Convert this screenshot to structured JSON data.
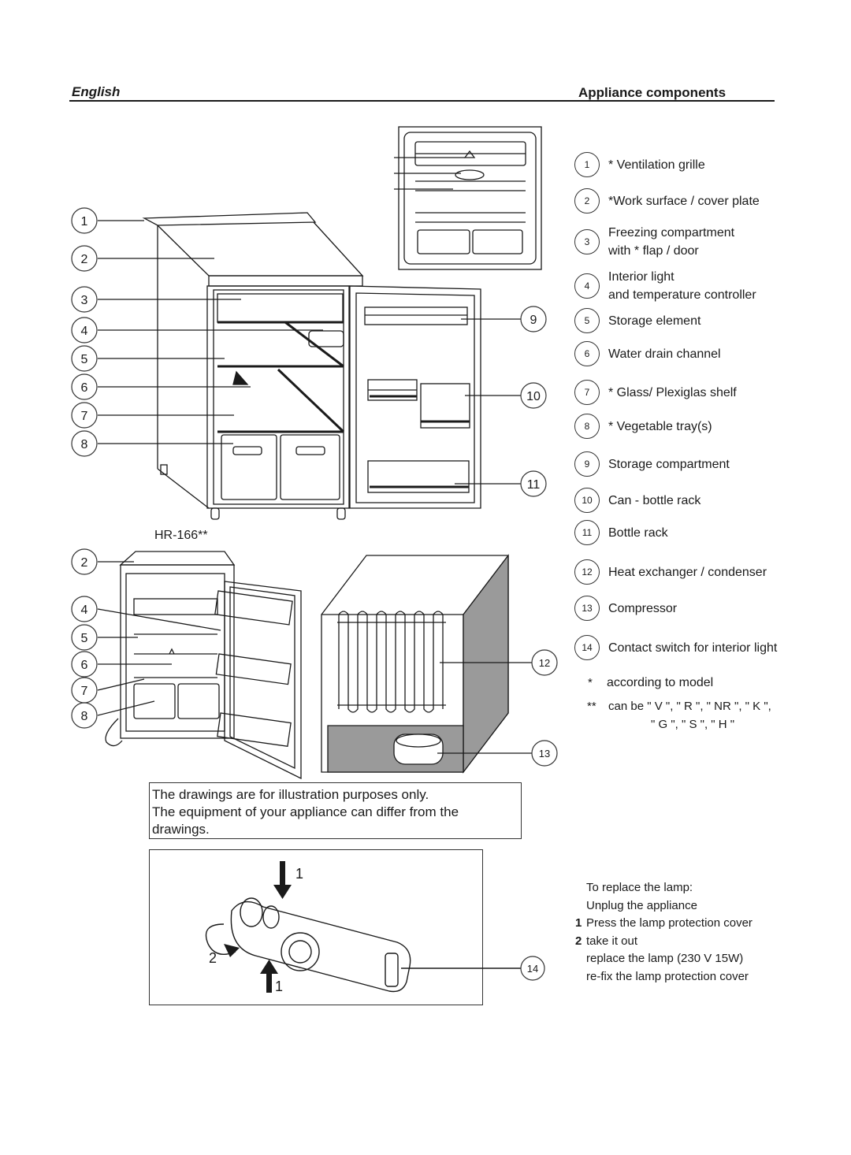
{
  "header": {
    "language": "English",
    "section": "Appliance components"
  },
  "model_label": "HR-166**",
  "legend": [
    {
      "num": "1",
      "lines": [
        "* Ventilation grille"
      ]
    },
    {
      "num": "2",
      "lines": [
        "*Work surface / cover plate"
      ]
    },
    {
      "num": "3",
      "lines": [
        "Freezing compartment",
        "with * flap / door"
      ]
    },
    {
      "num": "4",
      "lines": [
        "Interior light",
        "and temperature controller"
      ]
    },
    {
      "num": "5",
      "lines": [
        "Storage element"
      ]
    },
    {
      "num": "6",
      "lines": [
        "Water drain channel"
      ]
    },
    {
      "num": "7",
      "lines": [
        "* Glass/ Plexiglas shelf"
      ]
    },
    {
      "num": "8",
      "lines": [
        "* Vegetable tray(s)"
      ]
    },
    {
      "num": "9",
      "lines": [
        "Storage compartment"
      ]
    },
    {
      "num": "10",
      "lines": [
        "Can - bottle rack"
      ]
    },
    {
      "num": "11",
      "lines": [
        "Bottle rack"
      ]
    },
    {
      "num": "12",
      "lines": [
        "Heat exchanger  / condenser"
      ]
    },
    {
      "num": "13",
      "lines": [
        "Compressor"
      ]
    },
    {
      "num": "14",
      "lines": [
        "Contact switch for interior light"
      ]
    }
  ],
  "notes": {
    "star_mark": "*",
    "star_text": "according to model",
    "double_star_mark": "**",
    "double_star_line1": "can be \" V \", \" R \", \" NR \", \" K \",",
    "double_star_line2": "\" G \", \" S \", \" H \""
  },
  "illustration_note": [
    "The drawings are for illustration purposes only.",
    "The equipment of your appliance can differ from the",
    "drawings."
  ],
  "lamp_instructions": {
    "intro": "To replace the lamp:",
    "unplug": "Unplug the appliance",
    "step1_num": "1",
    "step1": "Press the lamp protection cover",
    "step2_num": "2",
    "step2": "take it out",
    "replace": "replace the lamp (230 V  15W)",
    "refix": "re-fix the lamp protection cover"
  },
  "lamp_figure_labels": {
    "arrow_top": "1",
    "rotate": "2",
    "arrow_bottom": "1",
    "callout": "14"
  },
  "callouts_left": [
    "1",
    "2",
    "3",
    "4",
    "5",
    "6",
    "7",
    "8"
  ],
  "callouts_lower_left": [
    "2",
    "4",
    "5",
    "6",
    "7",
    "8"
  ],
  "callouts_right": [
    "9",
    "10",
    "11",
    "12",
    "13"
  ]
}
